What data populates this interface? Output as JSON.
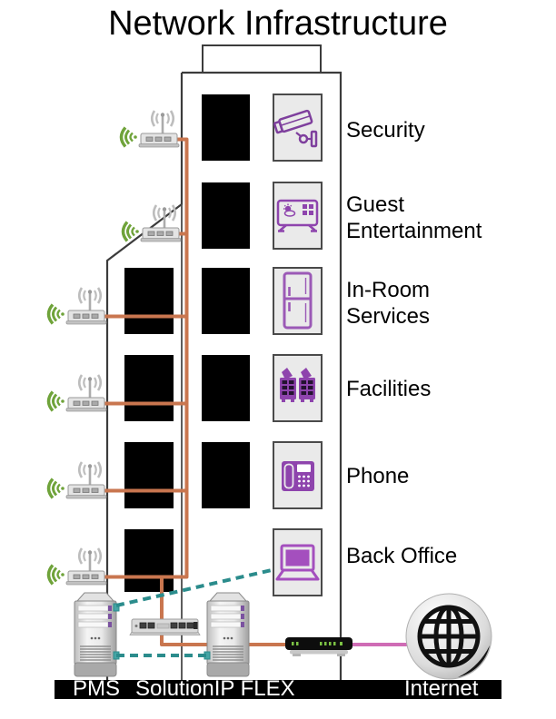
{
  "title": "Network Infrastructure",
  "building": {
    "floors": [
      {
        "label": "Security",
        "icon": "cctv-camera",
        "access_point": true
      },
      {
        "label": "Guest Entertainment",
        "icon": "smart-tv",
        "access_point": true
      },
      {
        "label": "In-Room Services",
        "icon": "mini-fridge",
        "access_point": true
      },
      {
        "label": "Facilities",
        "icon": "plant-equipment",
        "access_point": true
      },
      {
        "label": "Phone",
        "icon": "desk-phone",
        "access_point": true
      },
      {
        "label": "Back Office",
        "icon": "laptop",
        "access_point": true
      }
    ]
  },
  "bottom_bar": {
    "pms_label": "PMS",
    "flex_label": "SolutionIP FLEX",
    "internet_label": "Internet"
  },
  "devices": [
    "pms-server",
    "ethernet-switch",
    "solutionip-flex-server",
    "gateway-router",
    "internet-globe"
  ],
  "colors": {
    "cable_orange": "#C9764F",
    "link_teal_dashed": "#2B8C8C",
    "link_pink": "#CF6CB5",
    "icon_purple": "#8E44AD",
    "wifi_green": "#6FA33A",
    "window_black": "#000000",
    "bar_black": "#000000",
    "bar_text": "#FFFFFF"
  }
}
